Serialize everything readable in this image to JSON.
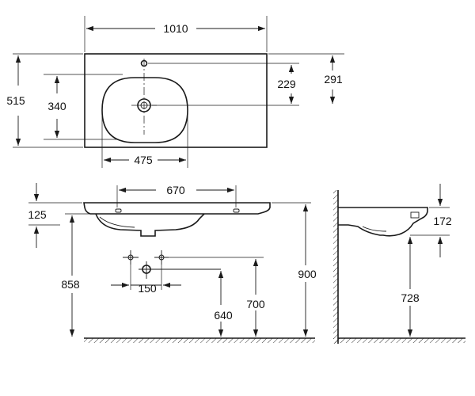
{
  "dimensions": {
    "top_width": "1010",
    "top_depth": "515",
    "bowl_depth": "340",
    "tap_to_drain": "229",
    "tap_to_edge": "291",
    "bowl_width": "475",
    "tap_holes_spacing": "670",
    "rim_height": "125",
    "bottom_to_floor": "858",
    "supply_spacing": "150",
    "supply_height": "640",
    "drain_height": "700",
    "top_height": "900",
    "side_rim_height": "172",
    "side_bottom_to_floor": "728"
  },
  "colors": {
    "line": "#1a1a1a",
    "background": "#ffffff"
  }
}
